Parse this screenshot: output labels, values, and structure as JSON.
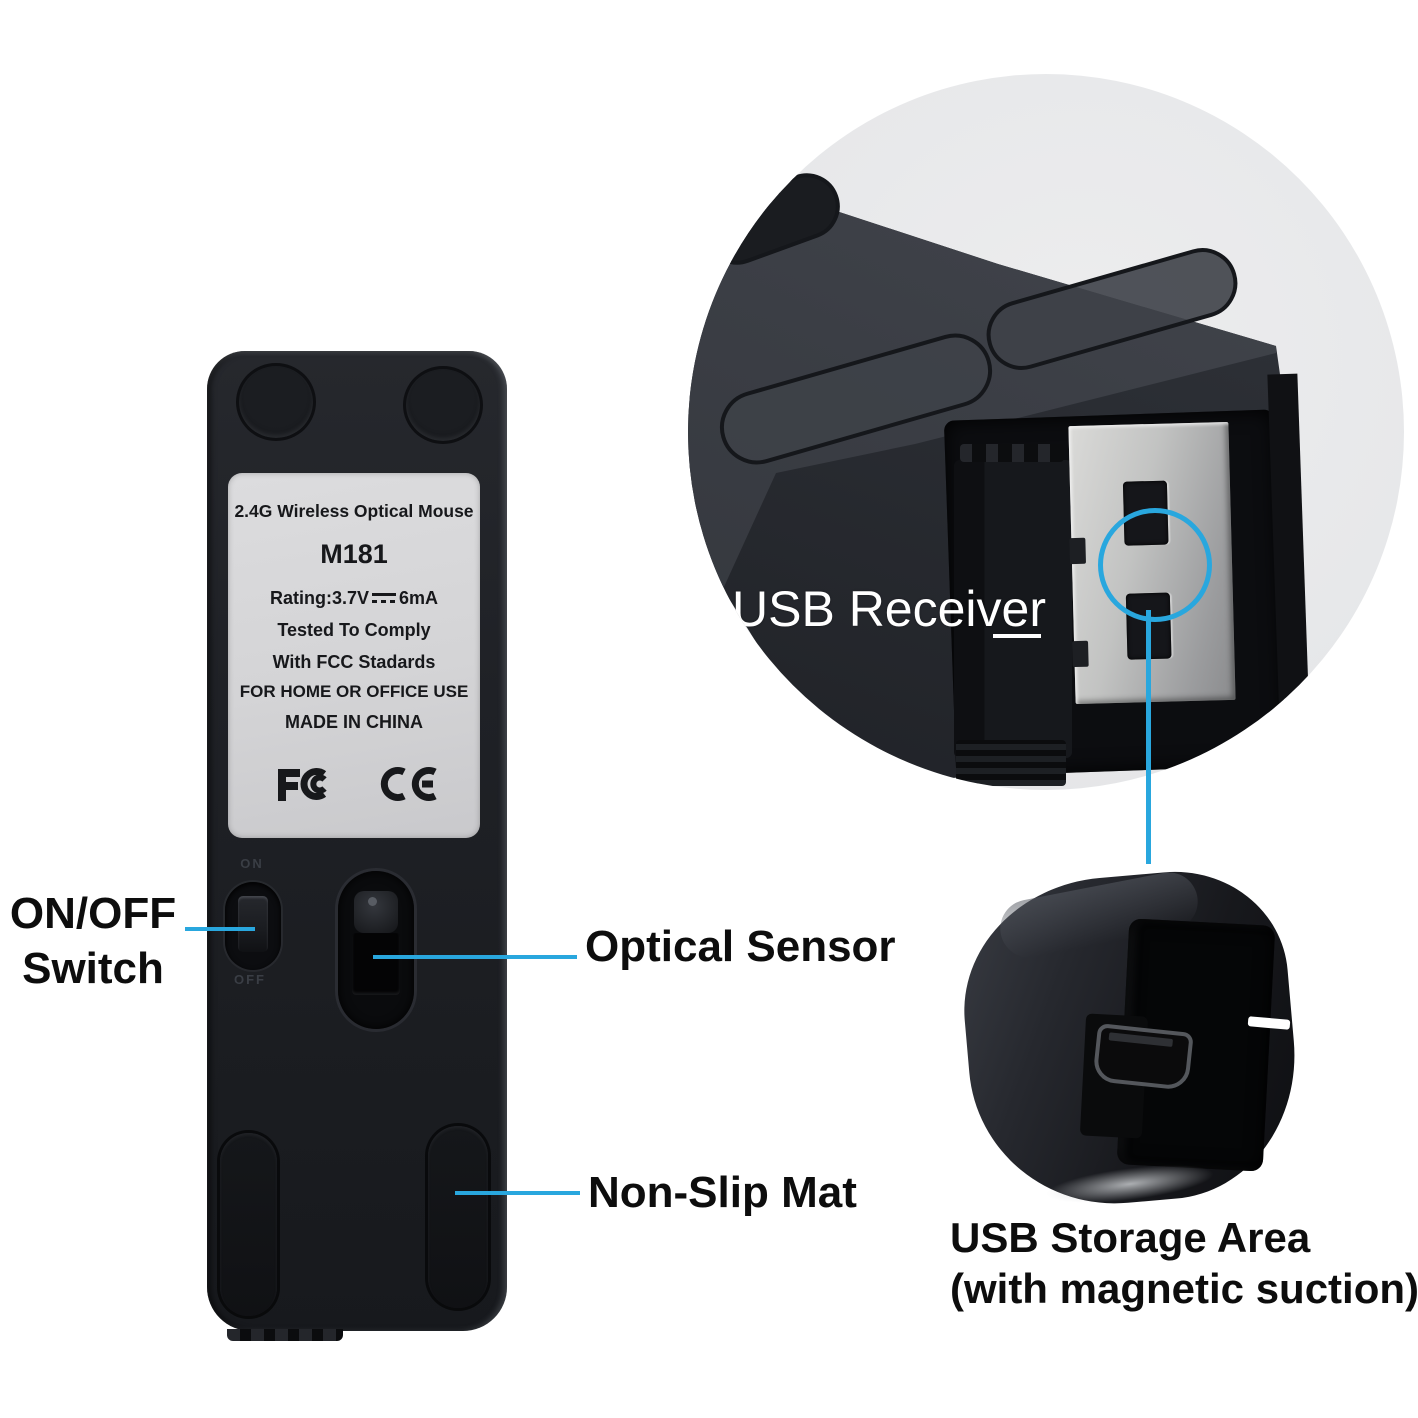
{
  "device_label": {
    "title": "2.4G Wireless Optical Mouse",
    "model": "M181",
    "rating_prefix": "Rating:3.7V",
    "rating_suffix": "6mA",
    "compliance_line1": "Tested To Comply",
    "compliance_line2": "With FCC Stadards",
    "use_line": "FOR HOME OR OFFICE USE",
    "origin_line": "MADE IN CHINA",
    "icons": {
      "fcc": "fcc-certification-mark",
      "ce": "ce-certification-mark",
      "dc": "direct-current-symbol"
    }
  },
  "power_switch": {
    "on_label": "ON",
    "off_label": "OFF"
  },
  "annotations": {
    "on_off_line1": "ON/OFF",
    "on_off_line2": "Switch",
    "optical_sensor": "Optical Sensor",
    "non_slip_mat": "Non-Slip Mat",
    "usb_receiver": "USB Receiver",
    "usb_storage_line1": "USB Storage Area",
    "usb_storage_line2": "(with magnetic suction)"
  },
  "colors": {
    "callout_blue": "#29a7de",
    "label_background": "#d6d6d8",
    "inset_background": "#e8e9ea",
    "device_black": "#1d1f23",
    "annotation_text": "#0d0d0d"
  }
}
